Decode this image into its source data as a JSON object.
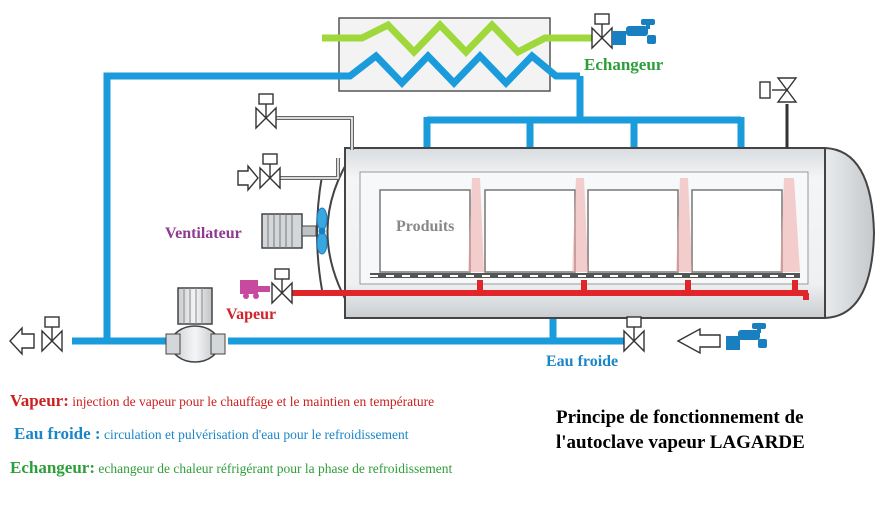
{
  "labels": {
    "echangeur": "Echangeur",
    "ventilateur": "Ventilateur",
    "produits": "Produits",
    "vapeur": "Vapeur",
    "eau_froide": "Eau froide"
  },
  "legend": [
    {
      "term": "Vapeur:",
      "desc": " injection de vapeur pour le chauffage et le maintien en température",
      "color": "#cc1f1f"
    },
    {
      "term": "Eau froide :",
      "desc": " circulation et pulvérisation d'eau pour le refroidissement",
      "color": "#1a86c8"
    },
    {
      "term": "Echangeur:",
      "desc": " echangeur de chaleur réfrigérant pour la phase de refroidissement",
      "color": "#2e9e3a"
    }
  ],
  "title": {
    "line1": "Principe de fonctionnement de",
    "line2": "l'autoclave vapeur LAGARDE"
  },
  "colors": {
    "water": "#1a9bdc",
    "steam": "#e0262b",
    "refrigerant": "#9fd83a",
    "echangeur_label": "#2e9e3a",
    "ventilateur_label": "#8e3a8e",
    "produits_label": "#888888",
    "vapeur_label": "#d0232a",
    "eau_froide_label": "#1a86c8"
  }
}
